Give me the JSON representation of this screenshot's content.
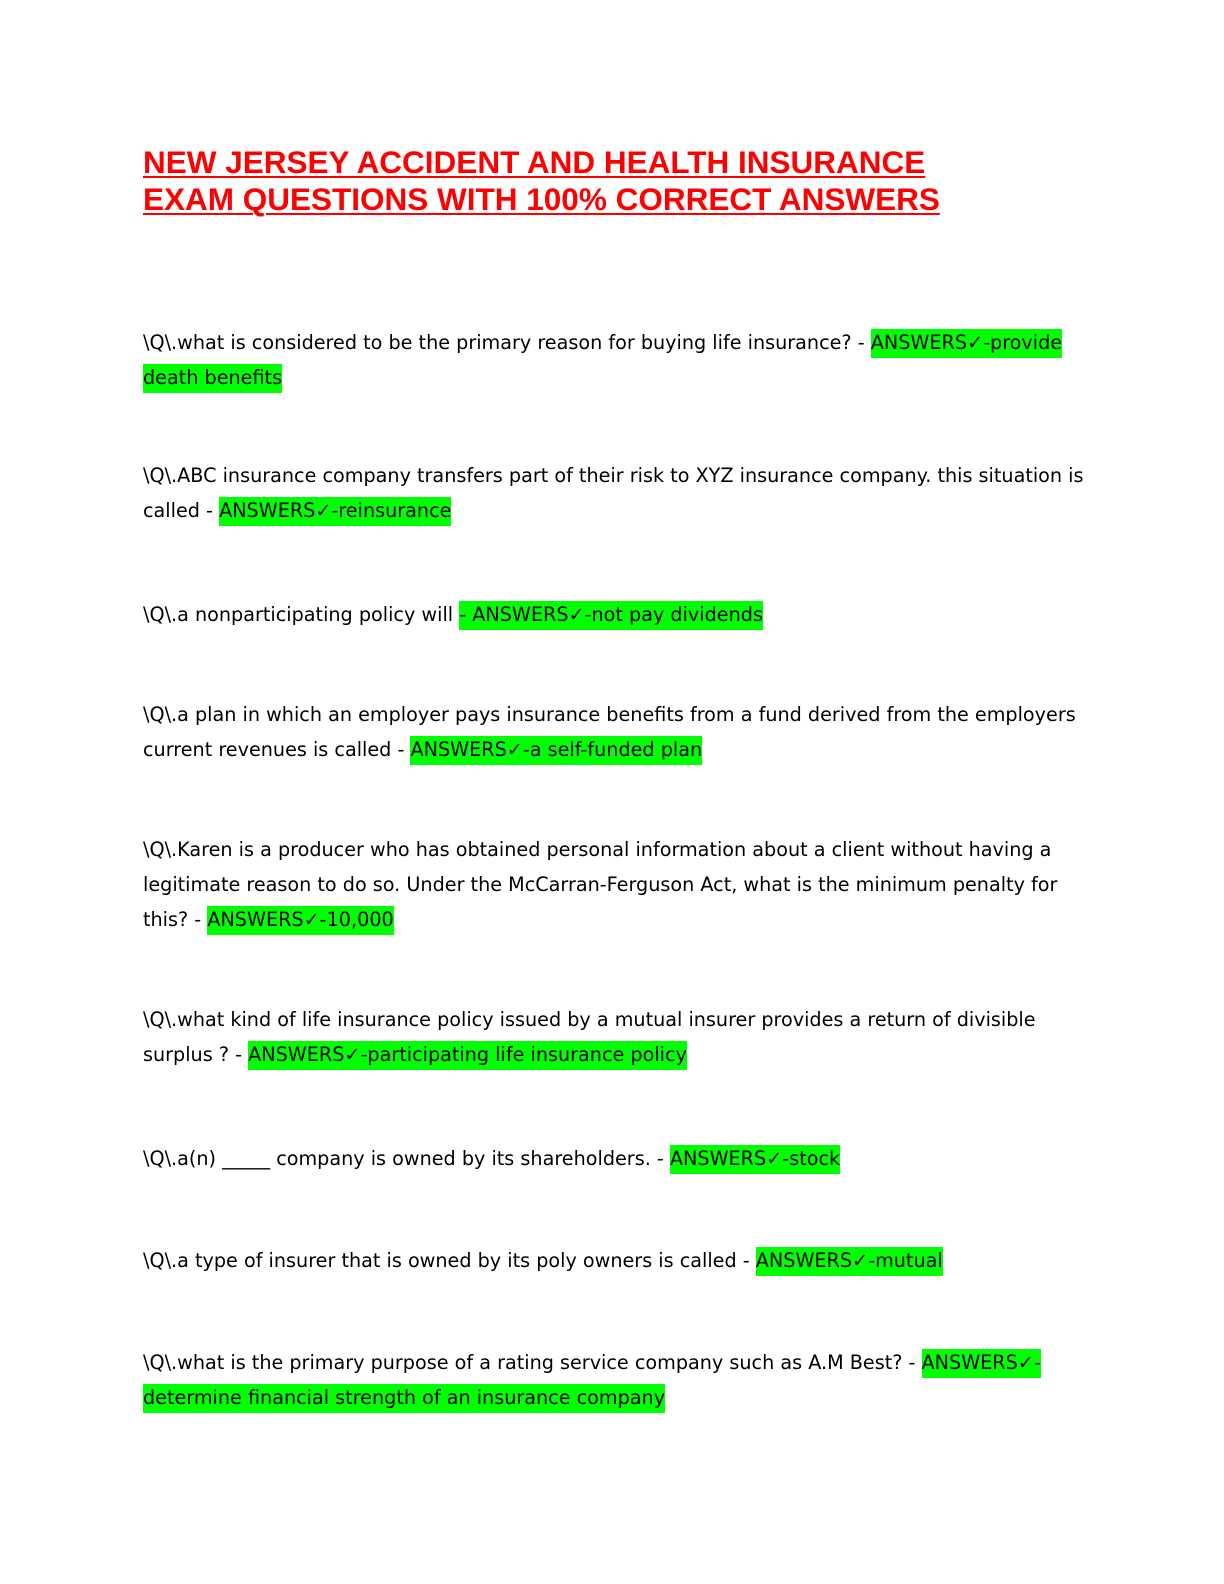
{
  "title": {
    "line1": "NEW JERSEY ACCIDENT AND HEALTH INSURANCE",
    "line2": "EXAM QUESTIONS WITH 100% CORRECT ANSWERS"
  },
  "items": [
    {
      "question": "\\Q\\.what is considered to be the primary reason for buying life insurance? - ",
      "answer": "ANSWERS✓-provide death benefits"
    },
    {
      "question": "\\Q\\.ABC insurance company transfers part of their risk to XYZ insurance company. this situation is called - ",
      "answer": "ANSWERS✓-reinsurance"
    },
    {
      "question": "\\Q\\.a nonparticipating policy will ",
      "answer": "- ANSWERS✓-not pay dividends"
    },
    {
      "question": "\\Q\\.a plan in which an employer pays insurance benefits from a fund derived from the employers current revenues is called - ",
      "answer": "ANSWERS✓-a self-funded plan"
    },
    {
      "question": "\\Q\\.Karen is a producer who has obtained personal information about a client without having a legitimate reason to do so. Under the McCarran-Ferguson Act, what is the minimum penalty for this? - ",
      "answer": "ANSWERS✓-10,000"
    },
    {
      "question": "\\Q\\.what kind of life insurance policy issued by a mutual insurer provides a return of divisible surplus ? - ",
      "answer": "ANSWERS✓-participating life insurance policy"
    },
    {
      "question": "\\Q\\.a(n) _____ company is owned by its shareholders. - ",
      "answer": "ANSWERS✓-stock"
    },
    {
      "question": "\\Q\\.a type of insurer that is owned by its poly owners is called - ",
      "answer": "ANSWERS✓-mutual"
    },
    {
      "question": "\\Q\\.what is the primary purpose of a rating service company such as A.M Best? - ",
      "answer": "ANSWERS✓-determine financial strength of an insurance company"
    }
  ],
  "colors": {
    "title": "#ff0000",
    "highlight": "#00ff00",
    "text": "#000000"
  }
}
